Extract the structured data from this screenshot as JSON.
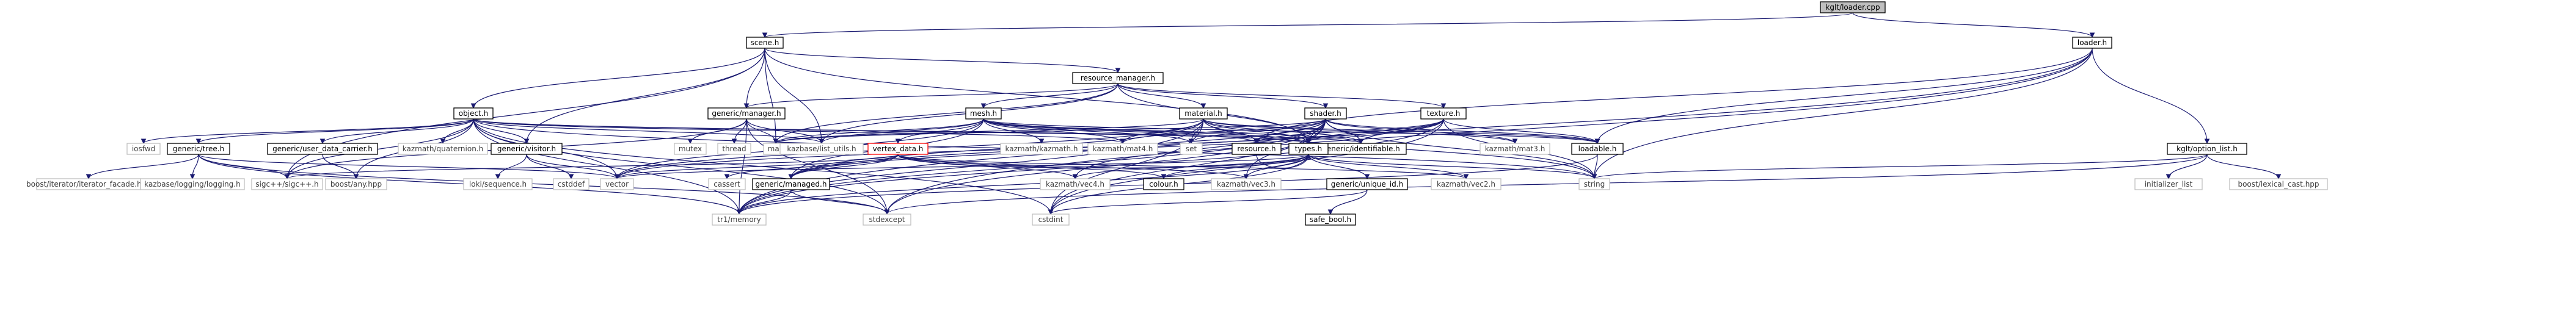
{
  "colors": {
    "background": "#ffffff",
    "edge": "#191970",
    "root_fill": "#bfbfbf",
    "root_stroke": "#000000",
    "file_fill": "#ffffff",
    "file_stroke": "#000000",
    "external_stroke": "#bfbfbf",
    "external_text": "#404040",
    "unresolved_stroke": "#ff0000",
    "text": "#000000"
  },
  "nodes": {
    "root": "kglt/loader.cpp",
    "scene_h": "scene.h",
    "loader_h": "loader.h",
    "resource_manager_h": "resource_manager.h",
    "generic_manager_h": "generic/manager.h",
    "mesh_h": "mesh.h",
    "material_h": "material.h",
    "shader_h": "shader.h",
    "texture_h": "texture.h",
    "object_h": "object.h",
    "kglt_option_list_h": "kglt/option_list.h",
    "generic_tree_h": "generic/tree.h",
    "generic_user_data_carrier_h": "generic/user_data_carrier.h",
    "generic_visitor_h": "generic/visitor.h",
    "kazmath_quaternion_h": "kazmath/quaternion.h",
    "iosfwd": "iosfwd",
    "mutex": "mutex",
    "thread": "thread",
    "map": "map",
    "kazbase_list_utils_h": "kazbase/list_utils.h",
    "kazmath_kazmath_h": "kazmath/kazmath.h",
    "kazmath_mat4_h": "kazmath/mat4.h",
    "set": "set",
    "resource_h": "resource.h",
    "generic_identifiable_h": "generic/identifiable.h",
    "kazmath_mat3_h": "kazmath/mat3.h",
    "loadable_h": "loadable.h",
    "vertex_data_h": "vertex_data.h",
    "types_h": "types.h",
    "boost_iterator_facade": "boost/iterator/iterator_facade.hpp",
    "kazbase_logging_h": "kazbase/logging/logging.h",
    "sigcxx_h": "sigc++/sigc++.h",
    "boost_any_hpp": "boost/any.hpp",
    "loki_sequence_h": "loki/sequence.h",
    "cstddef": "cstddef",
    "vector": "vector",
    "cassert": "cassert",
    "generic_managed_h": "generic/managed.h",
    "kazmath_vec4_h": "kazmath/vec4.h",
    "colour_h": "colour.h",
    "kazmath_vec3_h": "kazmath/vec3.h",
    "generic_unique_id_h": "generic/unique_id.h",
    "kazmath_vec2_h": "kazmath/vec2.h",
    "string": "string",
    "initializer_list": "initializer_list",
    "boost_lexical_cast_hpp": "boost/lexical_cast.hpp",
    "tr1_memory": "tr1/memory",
    "stdexcept": "stdexcept",
    "cstdint": "cstdint",
    "safe_bool_h": "safe_bool.h"
  },
  "node_kinds": {
    "root": "root",
    "scene_h": "file",
    "loader_h": "file",
    "resource_manager_h": "file",
    "generic_manager_h": "file",
    "mesh_h": "file",
    "material_h": "file",
    "shader_h": "file",
    "texture_h": "file",
    "object_h": "file",
    "kglt_option_list_h": "file",
    "generic_tree_h": "file",
    "generic_user_data_carrier_h": "file",
    "generic_visitor_h": "file",
    "resource_h": "file",
    "generic_identifiable_h": "file",
    "loadable_h": "file",
    "types_h": "file",
    "generic_managed_h": "file",
    "colour_h": "file",
    "generic_unique_id_h": "file",
    "safe_bool_h": "file",
    "vertex_data_h": "unresolved",
    "kazmath_quaternion_h": "external",
    "iosfwd": "external",
    "mutex": "external",
    "thread": "external",
    "map": "external",
    "kazbase_list_utils_h": "external",
    "kazmath_kazmath_h": "external",
    "kazmath_mat4_h": "external",
    "set": "external",
    "kazmath_mat3_h": "external",
    "boost_iterator_facade": "external",
    "kazbase_logging_h": "external",
    "sigcxx_h": "external",
    "boost_any_hpp": "external",
    "loki_sequence_h": "external",
    "cstddef": "external",
    "vector": "external",
    "cassert": "external",
    "kazmath_vec4_h": "external",
    "kazmath_vec3_h": "external",
    "kazmath_vec2_h": "external",
    "string": "external",
    "initializer_list": "external",
    "boost_lexical_cast_hpp": "external",
    "tr1_memory": "external",
    "stdexcept": "external",
    "cstdint": "external"
  },
  "edges": [
    [
      "root",
      "scene_h"
    ],
    [
      "root",
      "loader_h"
    ],
    [
      "scene_h",
      "generic_manager_h"
    ],
    [
      "scene_h",
      "resource_manager_h"
    ],
    [
      "scene_h",
      "object_h"
    ],
    [
      "scene_h",
      "generic_visitor_h"
    ],
    [
      "scene_h",
      "map"
    ],
    [
      "scene_h",
      "kazbase_list_utils_h"
    ],
    [
      "scene_h",
      "types_h"
    ],
    [
      "scene_h",
      "sigcxx_h"
    ],
    [
      "loader_h",
      "loadable_h"
    ],
    [
      "loader_h",
      "kglt_option_list_h"
    ],
    [
      "loader_h",
      "string"
    ],
    [
      "loader_h",
      "tr1_memory"
    ],
    [
      "loader_h",
      "stdexcept"
    ],
    [
      "loader_h",
      "resource_h"
    ],
    [
      "resource_manager_h",
      "generic_manager_h"
    ],
    [
      "resource_manager_h",
      "mesh_h"
    ],
    [
      "resource_manager_h",
      "material_h"
    ],
    [
      "resource_manager_h",
      "shader_h"
    ],
    [
      "resource_manager_h",
      "texture_h"
    ],
    [
      "resource_manager_h",
      "kazbase_list_utils_h"
    ],
    [
      "resource_manager_h",
      "types_h"
    ],
    [
      "resource_manager_h",
      "map"
    ],
    [
      "generic_manager_h",
      "mutex"
    ],
    [
      "generic_manager_h",
      "thread"
    ],
    [
      "generic_manager_h",
      "map"
    ],
    [
      "generic_manager_h",
      "kazbase_list_utils_h"
    ],
    [
      "generic_manager_h",
      "sigcxx_h"
    ],
    [
      "generic_manager_h",
      "tr1_memory"
    ],
    [
      "generic_manager_h",
      "stdexcept"
    ],
    [
      "mesh_h",
      "kazmath_kazmath_h"
    ],
    [
      "mesh_h",
      "kazmath_mat4_h"
    ],
    [
      "mesh_h",
      "vertex_data_h"
    ],
    [
      "mesh_h",
      "resource_h"
    ],
    [
      "mesh_h",
      "types_h"
    ],
    [
      "mesh_h",
      "loadable_h"
    ],
    [
      "mesh_h",
      "generic_identifiable_h"
    ],
    [
      "mesh_h",
      "generic_managed_h"
    ],
    [
      "mesh_h",
      "vector"
    ],
    [
      "mesh_h",
      "set"
    ],
    [
      "mesh_h",
      "kazbase_list_utils_h"
    ],
    [
      "mesh_h",
      "map"
    ],
    [
      "material_h",
      "resource_h"
    ],
    [
      "material_h",
      "types_h"
    ],
    [
      "material_h",
      "loadable_h"
    ],
    [
      "material_h",
      "generic_identifiable_h"
    ],
    [
      "material_h",
      "generic_managed_h"
    ],
    [
      "material_h",
      "kazmath_mat4_h"
    ],
    [
      "material_h",
      "kazmath_mat3_h"
    ],
    [
      "material_h",
      "set"
    ],
    [
      "material_h",
      "map"
    ],
    [
      "material_h",
      "vector"
    ],
    [
      "material_h",
      "tr1_memory"
    ],
    [
      "material_h",
      "cstdint"
    ],
    [
      "material_h",
      "string"
    ],
    [
      "shader_h",
      "resource_h"
    ],
    [
      "shader_h",
      "types_h"
    ],
    [
      "shader_h",
      "loadable_h"
    ],
    [
      "shader_h",
      "generic_identifiable_h"
    ],
    [
      "shader_h",
      "generic_managed_h"
    ],
    [
      "shader_h",
      "kazmath_mat4_h"
    ],
    [
      "shader_h",
      "kazmath_mat3_h"
    ],
    [
      "shader_h",
      "kazmath_vec3_h"
    ],
    [
      "shader_h",
      "kazmath_vec4_h"
    ],
    [
      "shader_h",
      "map"
    ],
    [
      "shader_h",
      "set"
    ],
    [
      "shader_h",
      "string"
    ],
    [
      "shader_h",
      "cstdint"
    ],
    [
      "shader_h",
      "tr1_memory"
    ],
    [
      "shader_h",
      "stdexcept"
    ],
    [
      "texture_h",
      "resource_h"
    ],
    [
      "texture_h",
      "types_h"
    ],
    [
      "texture_h",
      "loadable_h"
    ],
    [
      "texture_h",
      "generic_identifiable_h"
    ],
    [
      "texture_h",
      "generic_managed_h"
    ],
    [
      "texture_h",
      "string"
    ],
    [
      "texture_h",
      "vector"
    ],
    [
      "texture_h",
      "cstdint"
    ],
    [
      "texture_h",
      "tr1_memory"
    ],
    [
      "object_h",
      "generic_tree_h"
    ],
    [
      "object_h",
      "generic_user_data_carrier_h"
    ],
    [
      "object_h",
      "generic_visitor_h"
    ],
    [
      "object_h",
      "kazmath_quaternion_h"
    ],
    [
      "object_h",
      "iosfwd"
    ],
    [
      "object_h",
      "kazmath_mat4_h"
    ],
    [
      "object_h",
      "kazbase_list_utils_h"
    ],
    [
      "object_h",
      "types_h"
    ],
    [
      "object_h",
      "generic_identifiable_h"
    ],
    [
      "object_h",
      "sigcxx_h"
    ],
    [
      "object_h",
      "boost_any_hpp"
    ],
    [
      "object_h",
      "vector"
    ],
    [
      "object_h",
      "tr1_memory"
    ],
    [
      "object_h",
      "stdexcept"
    ],
    [
      "object_h",
      "cstdint"
    ],
    [
      "object_h",
      "string"
    ],
    [
      "kglt_option_list_h",
      "initializer_list"
    ],
    [
      "kglt_option_list_h",
      "boost_lexical_cast_hpp"
    ],
    [
      "kglt_option_list_h",
      "string"
    ],
    [
      "kglt_option_list_h",
      "stdexcept"
    ],
    [
      "generic_tree_h",
      "boost_iterator_facade"
    ],
    [
      "generic_tree_h",
      "kazbase_logging_h"
    ],
    [
      "generic_tree_h",
      "sigcxx_h"
    ],
    [
      "generic_tree_h",
      "tr1_memory"
    ],
    [
      "generic_tree_h",
      "stdexcept"
    ],
    [
      "generic_tree_h",
      "vector"
    ],
    [
      "generic_user_data_carrier_h",
      "boost_any_hpp"
    ],
    [
      "generic_visitor_h",
      "loki_sequence_h"
    ],
    [
      "generic_visitor_h",
      "cstddef"
    ],
    [
      "generic_visitor_h",
      "vector"
    ],
    [
      "vertex_data_h",
      "vector"
    ],
    [
      "vertex_data_h",
      "cassert"
    ],
    [
      "vertex_data_h",
      "kazmath_vec4_h"
    ],
    [
      "vertex_data_h",
      "kazmath_vec3_h"
    ],
    [
      "vertex_data_h",
      "kazmath_vec2_h"
    ],
    [
      "vertex_data_h",
      "colour_h"
    ],
    [
      "vertex_data_h",
      "types_h"
    ],
    [
      "vertex_data_h",
      "generic_managed_h"
    ],
    [
      "vertex_data_h",
      "sigcxx_h"
    ],
    [
      "resource_h",
      "types_h"
    ],
    [
      "types_h",
      "generic_unique_id_h"
    ],
    [
      "types_h",
      "kazmath_vec3_h"
    ],
    [
      "types_h",
      "kazmath_vec2_h"
    ],
    [
      "types_h",
      "kazmath_vec4_h"
    ],
    [
      "types_h",
      "colour_h"
    ],
    [
      "types_h",
      "cstdint"
    ],
    [
      "types_h",
      "string"
    ],
    [
      "types_h",
      "tr1_memory"
    ],
    [
      "types_h",
      "vector"
    ],
    [
      "generic_managed_h",
      "tr1_memory"
    ],
    [
      "generic_managed_h",
      "stdexcept"
    ],
    [
      "generic_unique_id_h",
      "safe_bool_h"
    ],
    [
      "generic_unique_id_h",
      "cstdint"
    ],
    [
      "loadable_h",
      "string"
    ],
    [
      "loadable_h",
      "tr1_memory"
    ]
  ]
}
